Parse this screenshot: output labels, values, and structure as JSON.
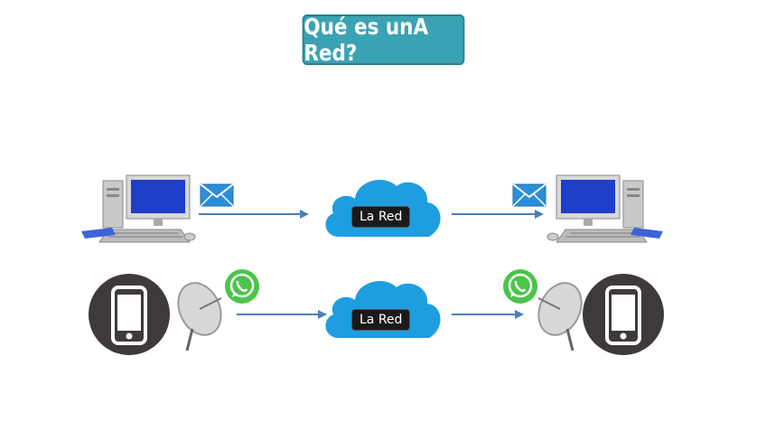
{
  "title": "Qué es unA Red?",
  "rows": [
    {
      "network_label": "La Red",
      "sender": "desktop-computer",
      "receiver": "desktop-computer",
      "message": "email-envelope"
    },
    {
      "network_label": "La Red",
      "sender": "smartphone",
      "receiver": "smartphone",
      "message": "whatsapp"
    }
  ],
  "colors": {
    "title_bg": "#3aa3b3",
    "cloud": "#1e9ee0",
    "arrow": "#4a7fc0",
    "whatsapp": "#4cc44a",
    "phone_circle": "#3f3a3a"
  }
}
